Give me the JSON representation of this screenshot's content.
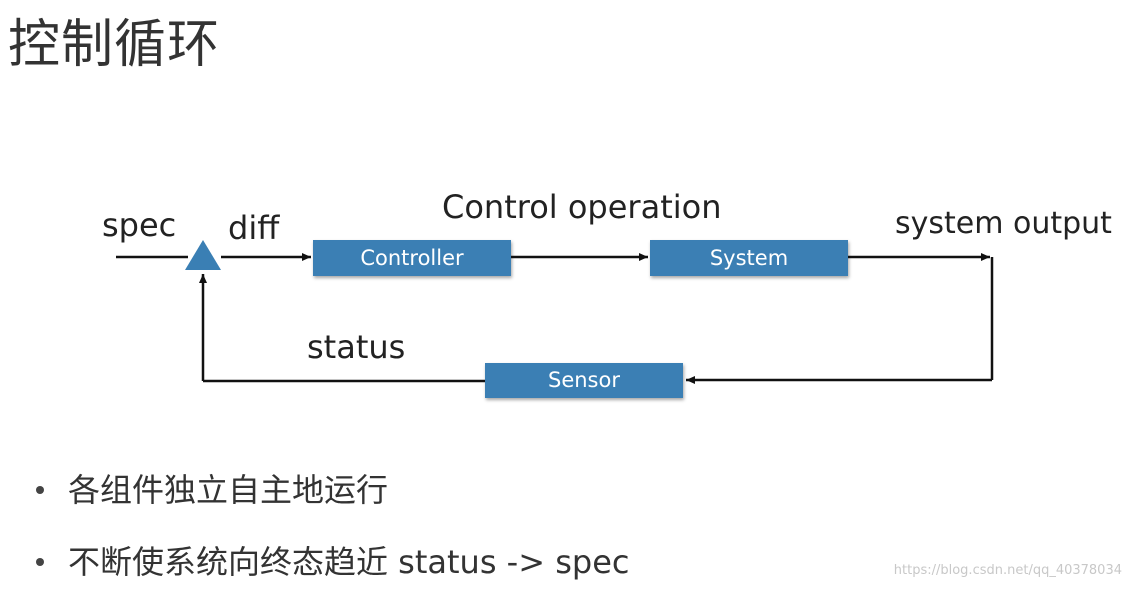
{
  "title": "控制循环",
  "diagram": {
    "labels": {
      "spec": "spec",
      "diff": "diff",
      "control_operation": "Control operation",
      "system_output": "system output",
      "status": "status"
    },
    "blocks": {
      "controller": "Controller",
      "system": "System",
      "sensor": "Sensor"
    },
    "colors": {
      "block_fill": "#3a7fb4",
      "block_text": "#ffffff",
      "line": "#111111"
    }
  },
  "bullets": [
    "各组件独立自主地运行",
    "不断使系统向终态趋近 status -> spec"
  ],
  "watermark": "https://blog.csdn.net/qq_40378034"
}
